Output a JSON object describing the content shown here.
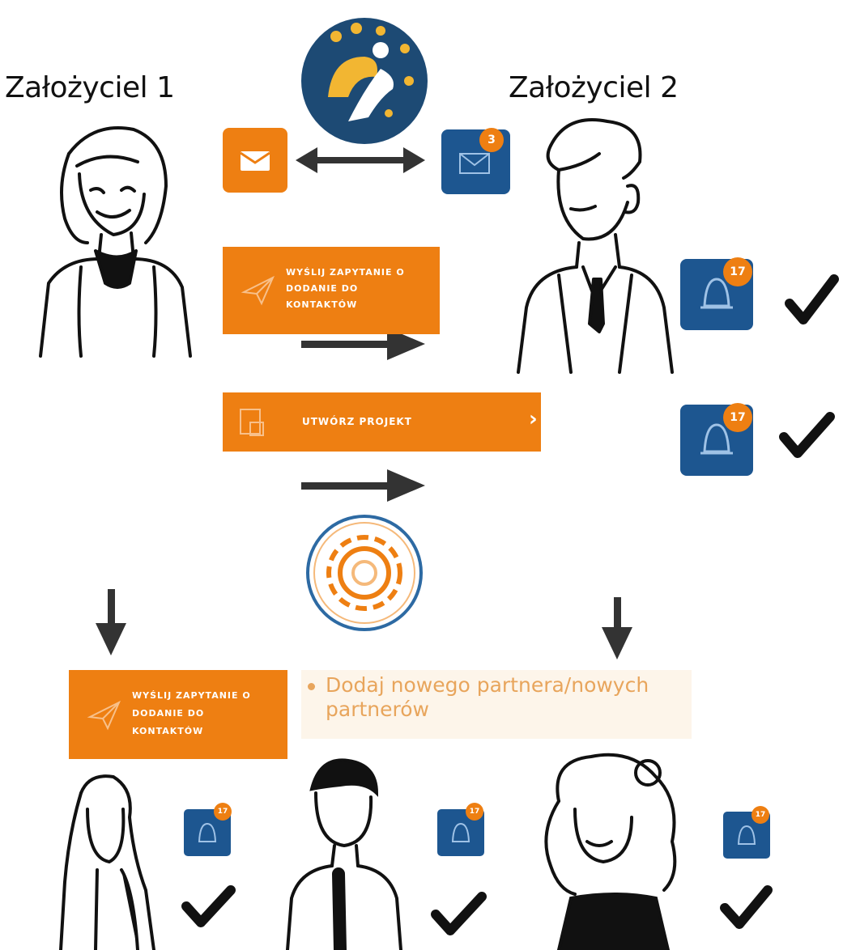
{
  "founders": [
    {
      "label": "Założyciel 1"
    },
    {
      "label": "Założyciel 2"
    }
  ],
  "actions": {
    "contact_request": {
      "line1": "WYŚLIJ ZAPYTANIE O",
      "line2": "DODANIE DO",
      "line3": "KONTAKTÓW"
    },
    "create_project": {
      "label": "UTWÓRZ PROJEKT",
      "chevron": "›"
    }
  },
  "bullet": {
    "line1": "Dodaj nowego partnera/nowych",
    "line2": "partnerów"
  },
  "badges": {
    "messages": "3",
    "notifications": "17"
  },
  "icons": {
    "logo": "erasmus-stars-logo-icon",
    "mail": "envelope-icon",
    "bell": "bell-icon",
    "send": "paper-plane-icon",
    "project": "document-icon",
    "settings": "gear-icon",
    "check": "checkmark-icon"
  },
  "colors": {
    "orange": "#ee7f12",
    "blue": "#1d5690",
    "dark": "#333333"
  }
}
